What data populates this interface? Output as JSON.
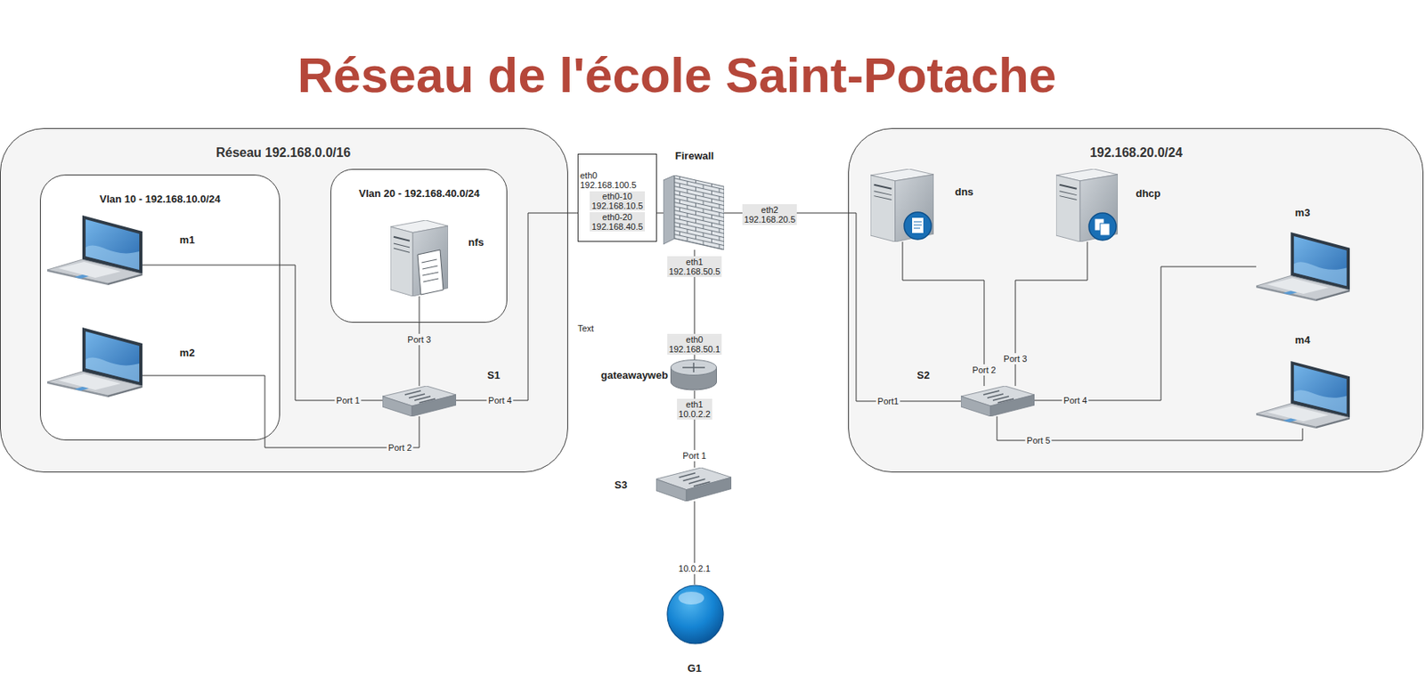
{
  "diagram": {
    "title": "Réseau de l'école Saint-Potache",
    "nodes": [
      {
        "text": [
          "Réseau 192.168.0.0/16"
        ]
      },
      {
        "text": [
          "Vlan 10 - 192.168.10.0/24"
        ],
        "in": 0
      },
      {
        "text": [
          "m1"
        ],
        "in": 1
      },
      {
        "text": [
          "m2"
        ],
        "in": 1
      },
      {
        "text": [
          "Vlan 20 - 192.168.40.0/24"
        ],
        "in": 0
      },
      {
        "text": [
          "nfs"
        ],
        "in": 4
      },
      {
        "text": [
          "S1"
        ],
        "in": 0
      },
      {
        "text": [
          "eth0 192.168.100.5",
          "eth0-10 192.168.10.5",
          "eth0-20 192.168.40.5"
        ]
      },
      {
        "text": [
          "Firewall"
        ]
      },
      {
        "text": [
          "192.168.20.0/24"
        ]
      },
      {
        "text": [
          "dns"
        ],
        "in": 9
      },
      {
        "text": [
          "dhcp"
        ],
        "in": 9
      },
      {
        "text": [
          "m3"
        ],
        "in": 9
      },
      {
        "text": [
          "m4"
        ],
        "in": 9
      },
      {
        "text": [
          "S2"
        ],
        "in": 9
      },
      {
        "text": [
          "gateawayweb"
        ]
      },
      {
        "text": [
          "S3"
        ]
      },
      {
        "text": [
          "G1"
        ]
      }
    ],
    "edges": [
      {
        "from": 2,
        "to": 6,
        "label": "Port 1",
        "arrow": "none"
      },
      {
        "from": 3,
        "to": 6,
        "label": "Port 2",
        "arrow": "none"
      },
      {
        "from": 5,
        "to": 6,
        "label": "Port 3",
        "arrow": "none"
      },
      {
        "from": 6,
        "to": 7,
        "label": "Port 4",
        "arrow": "none"
      },
      {
        "from": 7,
        "to": 8,
        "arrow": "none"
      },
      {
        "from": 8,
        "to": 14,
        "label": "Port1",
        "arrow": "none"
      },
      {
        "from": 10,
        "to": 14,
        "label": "Port 2",
        "arrow": "none"
      },
      {
        "from": 11,
        "to": 14,
        "label": "Port 3",
        "arrow": "none"
      },
      {
        "from": 12,
        "to": 14,
        "label": "Port 4",
        "arrow": "none"
      },
      {
        "from": 13,
        "to": 14,
        "label": "Port 5",
        "arrow": "none"
      },
      {
        "from": 8,
        "to": 15,
        "arrow": "none"
      },
      {
        "from": 15,
        "to": 16,
        "label": "Port 1",
        "arrow": "none"
      },
      {
        "from": 16,
        "to": 17,
        "arrow": "none"
      }
    ],
    "labels": [
      "eth2 192.168.20.5",
      "eth1 192.168.50.5",
      "eth0 192.168.50.1",
      "eth1 10.0.2.2",
      "10.0.2.1",
      "Text"
    ]
  }
}
